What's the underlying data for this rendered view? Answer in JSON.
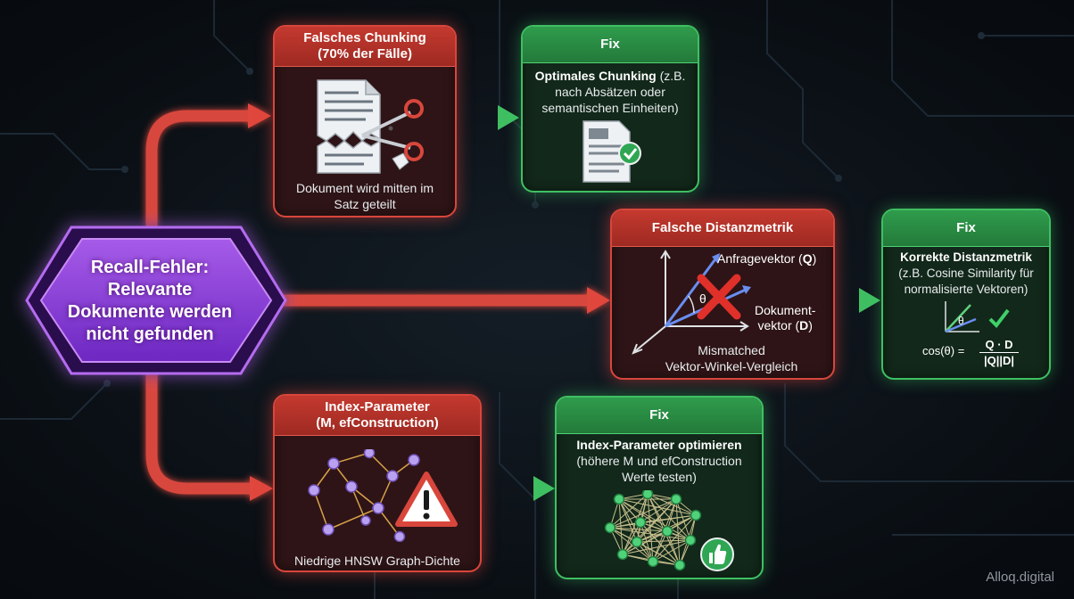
{
  "main": {
    "title_lines": [
      "Recall-Fehler:",
      "Relevante",
      "Dokumente werden",
      "nicht gefunden"
    ]
  },
  "chunking": {
    "title_lines": [
      "Falsches Chunking",
      "(70% der Fälle)"
    ],
    "caption_lines": [
      "Dokument wird mitten im",
      "Satz geteilt"
    ]
  },
  "chunking_fix": {
    "title": "Fix",
    "bold": "Optimales Chunking",
    "line1_rest": " (z.B.",
    "line2": "nach Absätzen oder",
    "line3": "semantischen Einheiten)"
  },
  "metric": {
    "title": "Falsche Distanzmetrik",
    "query_label": "Anfragevektor (",
    "query_sym": "Q",
    "query_close": ")",
    "doc_label_1": "Dokument-",
    "doc_label_2": "vektor (",
    "doc_sym": "D",
    "doc_close": ")",
    "theta": "θ",
    "caption_lines": [
      "Mismatched",
      "Vektor-Winkel-Vergleich"
    ]
  },
  "metric_fix": {
    "title": "Fix",
    "bold": "Korrekte Distanzmetrik",
    "line2": "(z.B. Cosine Similarity für",
    "line3": "normalisierte Vektoren)",
    "theta": "θ",
    "formula_left": "cos(θ) =",
    "numerator": "Q · D",
    "denominator": "|Q||D|"
  },
  "index": {
    "title_lines": [
      "Index-Parameter",
      "(M, efConstruction)"
    ],
    "caption": "Niedrige HNSW Graph-Dichte"
  },
  "index_fix": {
    "title": "Fix",
    "bold": "Index-Parameter optimieren",
    "line2": "(höhere M und efConstruction",
    "line3": "Werte testen)"
  },
  "watermark": "Alloq.digital",
  "colors": {
    "problem": "#d8463c",
    "fix": "#3fbf62",
    "main": "#8a3fd8",
    "background": "#0b1016"
  },
  "icons": [
    "torn-document-icon",
    "scissors-icon",
    "checked-document-icon",
    "vector-axes-icon",
    "red-x-icon",
    "checkmark-icon",
    "graph-network-icon",
    "warning-icon",
    "thumbs-up-icon"
  ]
}
